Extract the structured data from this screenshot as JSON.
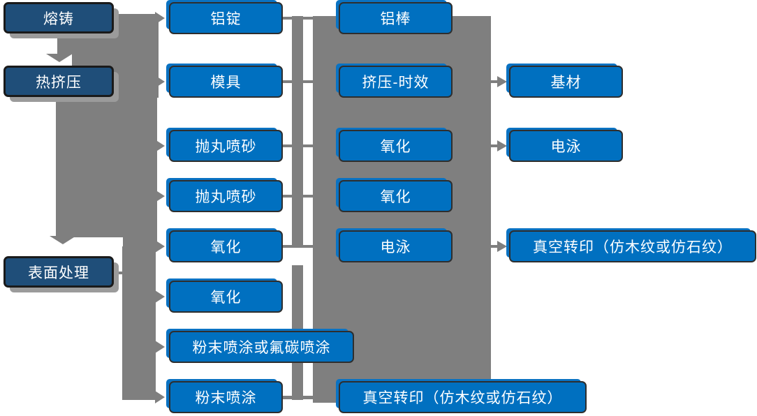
{
  "colors": {
    "stage_box_fill": "#1F4E79",
    "step_box_fill": "#0070C0",
    "connector_gray": "#7F7F7F",
    "box_text": "#FFFFFF",
    "background": "#FFFFFF"
  },
  "nodes": {
    "melting_casting": "熔铸",
    "hot_extrusion": "热挤压",
    "surface_treatment": "表面处理",
    "aluminum_ingot": "铝锭",
    "mold": "模具",
    "shot_blasting_1": "抛丸喷砂",
    "shot_blasting_2": "抛丸喷砂",
    "oxidation_1": "氧化",
    "oxidation_2": "氧化",
    "powder_or_fluorocarbon_coating": "粉末喷涂或氟碳喷涂",
    "powder_coating": "粉末喷涂",
    "aluminum_rod": "铝棒",
    "extrusion_aging": "挤压-时效",
    "oxidation_3": "氧化",
    "oxidation_4": "氧化",
    "electrophoresis_1": "电泳",
    "vacuum_transfer_print_1": "真空转印（仿木纹或仿石纹）",
    "base_material": "基材",
    "electrophoresis_2": "电泳",
    "vacuum_transfer_print_2": "真空转印（仿木纹或仿石纹）"
  }
}
